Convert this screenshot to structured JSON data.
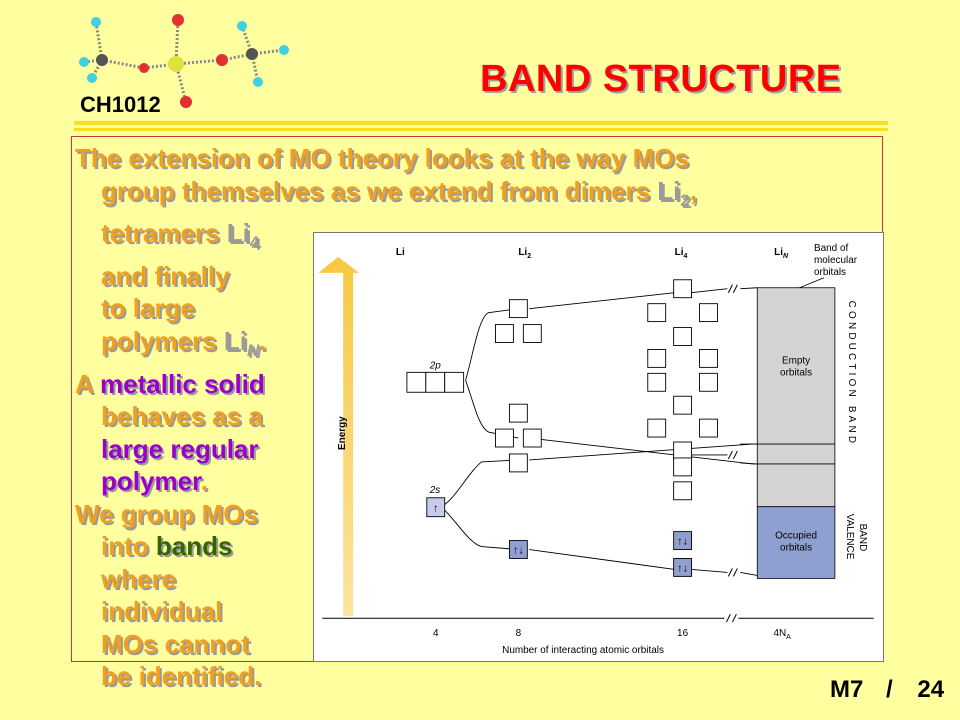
{
  "course": "CH1012",
  "title": "BAND STRUCTURE",
  "para1": {
    "l1": "The extension of MO theory looks at the way MOs",
    "l2": "group themselves as we extend from dimers ",
    "l2_formula": "Li",
    "l2_sub": "2",
    "l2_tail": ",",
    "l3": "tetramers ",
    "l3_formula": "Li",
    "l3_sub": "4",
    "l4": "and finally",
    "l5": "to large",
    "l6": "polymers ",
    "l6_formula": "Li",
    "l6_sub": "N",
    "l6_tail": "."
  },
  "para2": {
    "l1a": "A ",
    "l1b": "metallic solid",
    "l2": "behaves as a",
    "l3": "large regular",
    "l4a": "polymer",
    "l4b": "."
  },
  "para3": {
    "l1": "We group MOs",
    "l2a": "into ",
    "l2b": "bands",
    "l3": "where",
    "l4": "individual",
    "l5": "MOs cannot",
    "l6": "be identified."
  },
  "diagram": {
    "col_li": "Li",
    "col_li2": "Li",
    "col_li2_sub": "2",
    "col_li4": "Li",
    "col_li4_sub": "4",
    "col_lin": "Li",
    "col_lin_sub": "N",
    "band_label_l1": "Band of",
    "band_label_l2": "molecular",
    "band_label_l3": "orbitals",
    "label_2p": "2p",
    "label_2s": "2s",
    "empty_l1": "Empty",
    "empty_l2": "orbitals",
    "occupied_l1": "Occupied",
    "occupied_l2": "orbitals",
    "energy": "Energy",
    "conduction": "CONDUCTION BAND",
    "valence_l1": "VALENCE",
    "valence_l2": "BAND",
    "x_ticks": [
      "4",
      "8",
      "16",
      "4N"
    ],
    "x_tick_sub": "A",
    "x_label": "Number of interacting atomic orbitals",
    "arrow_up": "↑",
    "arrow_pair": "↑↓",
    "colors": {
      "empty_band": "#d4d4d4",
      "occupied_band": "#8f9fd0",
      "filled_box": "#8f9fd0",
      "half_box": "#c7ccec",
      "energy_arrow": "#f7c840"
    }
  },
  "footer": {
    "slide_group": "M7",
    "separator": "/",
    "page": "24"
  }
}
